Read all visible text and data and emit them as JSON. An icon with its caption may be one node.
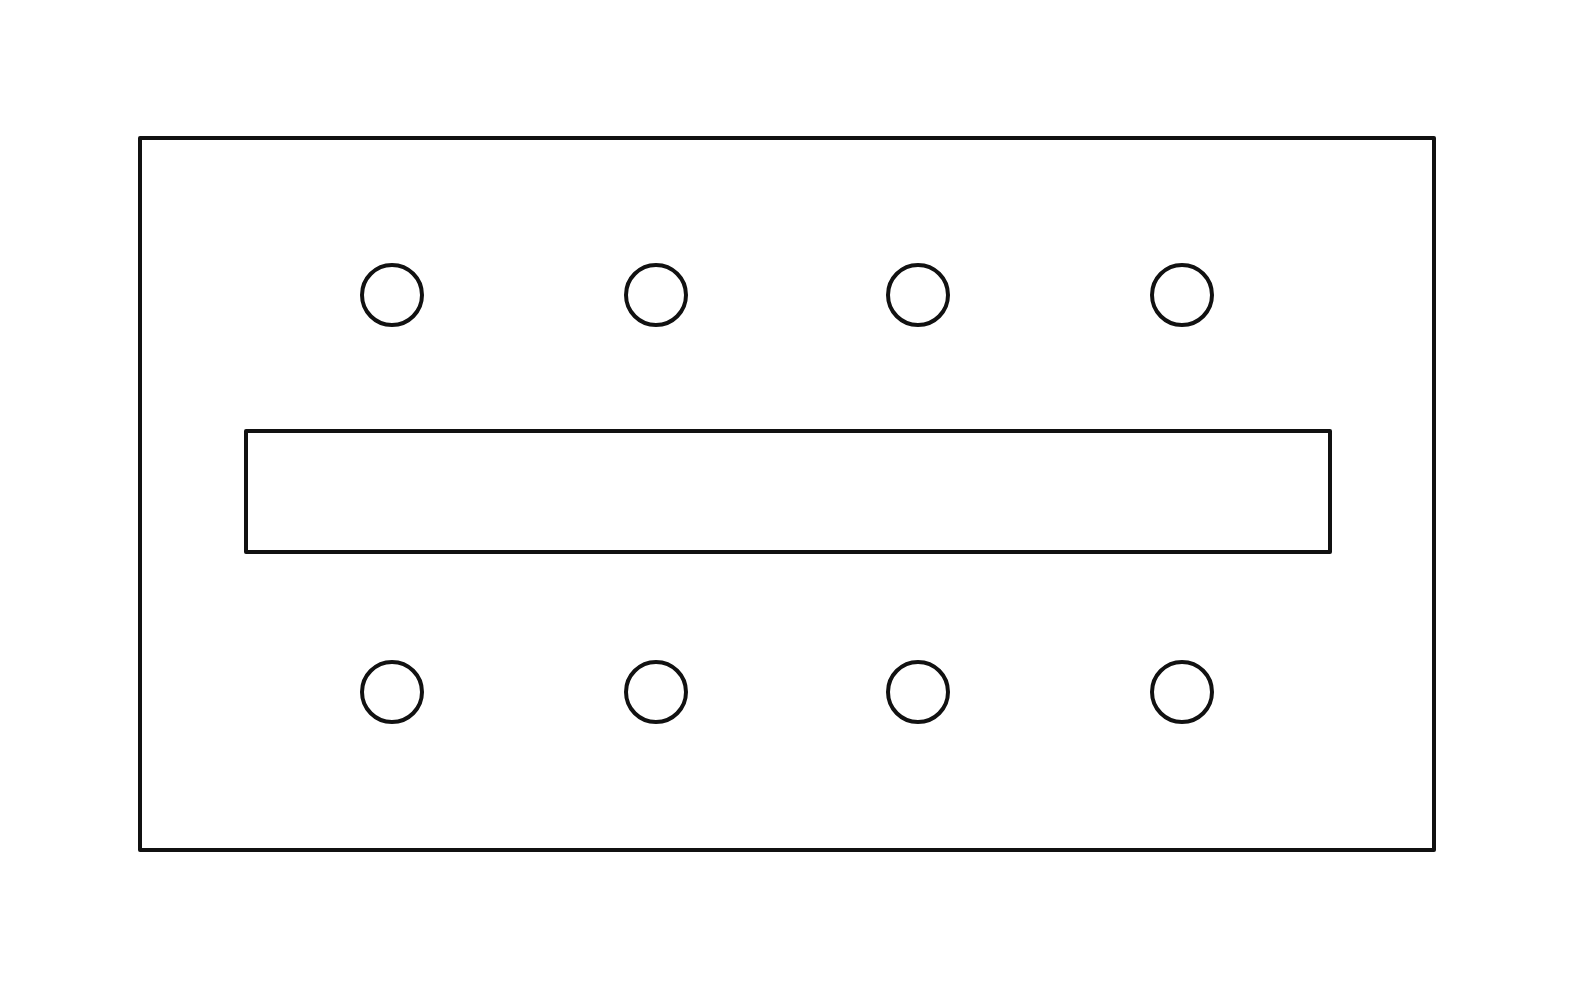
{
  "diagram": {
    "nodes": [
      {
        "text": [],
        "shape": "box"
      },
      {
        "text": [],
        "shape": "circle",
        "in": 0
      },
      {
        "text": [],
        "shape": "circle",
        "in": 0
      },
      {
        "text": [],
        "shape": "circle",
        "in": 0
      },
      {
        "text": [],
        "shape": "circle",
        "in": 0
      },
      {
        "text": [],
        "shape": "bar",
        "in": 0
      },
      {
        "text": [],
        "shape": "circle",
        "in": 0
      },
      {
        "text": [],
        "shape": "circle",
        "in": 0
      },
      {
        "text": [],
        "shape": "circle",
        "in": 0
      },
      {
        "text": [],
        "shape": "circle",
        "in": 0
      }
    ]
  }
}
